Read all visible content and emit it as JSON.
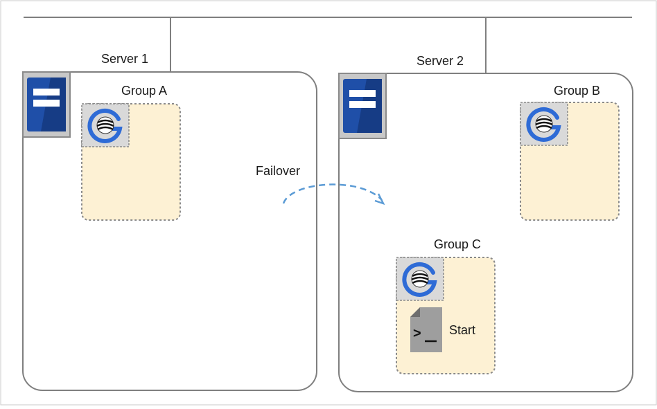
{
  "servers": [
    {
      "label": "Server 1"
    },
    {
      "label": "Server 2"
    }
  ],
  "groups": [
    {
      "label": "Group A",
      "server": "Server 1"
    },
    {
      "label": "Group B",
      "server": "Server 2"
    },
    {
      "label": "Group C",
      "server": "Server 2",
      "resource_label": "Start"
    }
  ],
  "arrow": {
    "label": "Failover"
  },
  "icons": {
    "server": "server-icon",
    "group_resource": "group-resource-icon",
    "script": "terminal-script-icon"
  },
  "colors": {
    "server_blue": "#1f4fa8",
    "group_fill": "#fdf1d4",
    "group_border": "#8a8a8a",
    "arrow": "#5b9bd5",
    "network_line": "#7f7f7f",
    "server_border": "#7f7f7f"
  }
}
